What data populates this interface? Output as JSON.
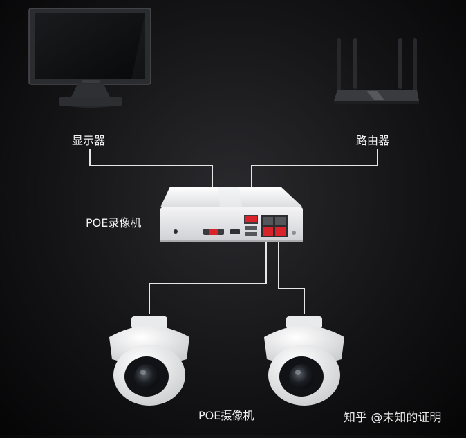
{
  "labels": {
    "monitor": "显示器",
    "router": "路由器",
    "nvr": "POE录像机",
    "cameras": "POE摄像机"
  },
  "watermark": "知乎 @未知的证明",
  "colors": {
    "background": "#0a0a0b",
    "line": "#e6e6e6",
    "port_highlight": "#d8232a",
    "text": "#f2f2f2"
  }
}
